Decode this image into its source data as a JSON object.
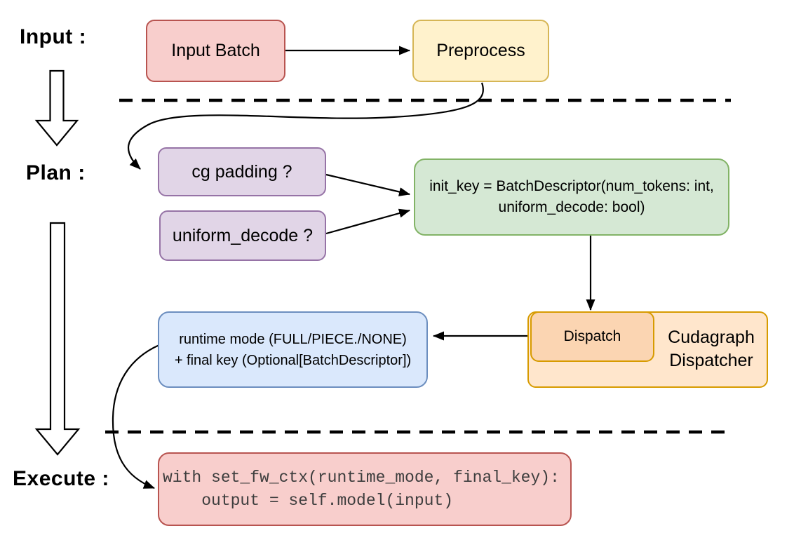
{
  "section_labels": {
    "input": "Input :",
    "plan": "Plan :",
    "execute": "Execute :"
  },
  "nodes": {
    "input_batch": {
      "label": "Input Batch"
    },
    "preprocess": {
      "label": "Preprocess"
    },
    "cg_padding": {
      "label": "cg padding ?"
    },
    "uniform_decode": {
      "label": "uniform_decode ?"
    },
    "init_key": {
      "line1": "init_key = BatchDescriptor(num_tokens: int,",
      "line2": "uniform_decode: bool)"
    },
    "dispatch": {
      "label": "Dispatch"
    },
    "cudagraph_dispatcher": {
      "line1": "Cudagraph",
      "line2": "Dispatcher"
    },
    "runtime_mode": {
      "line1": "runtime mode (FULL/PIECE./NONE)",
      "line2": "+ final key (Optional[BatchDescriptor])"
    },
    "execute_code": {
      "line1": "with set_fw_ctx(runtime_mode, final_key):",
      "line2": "    output = self.model(input)"
    }
  },
  "palette": {
    "red_fill": "#f8cecc",
    "red_stroke": "#b85450",
    "yellow_fill": "#fff2cc",
    "yellow_stroke": "#d6b656",
    "purple_fill": "#e1d5e7",
    "purple_stroke": "#9673a6",
    "green_fill": "#d5e8d4",
    "green_stroke": "#82b366",
    "blue_fill": "#dae8fc",
    "blue_stroke": "#6c8ebf",
    "orange_fill": "#ffe6cc",
    "peach_fill": "#fbd5b2",
    "orange_stroke": "#d79b00",
    "connector": "#000000",
    "code_text": "#3d3d3d"
  }
}
